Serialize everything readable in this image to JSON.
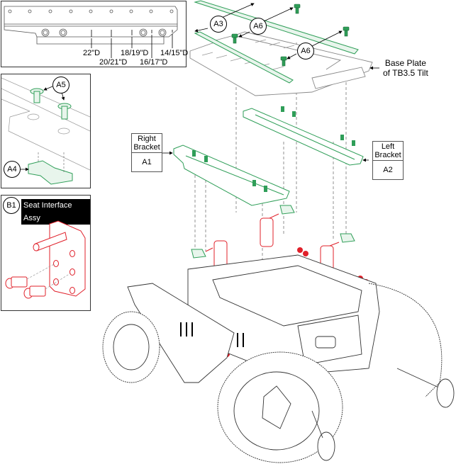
{
  "colors": {
    "green": "#2f9e58",
    "red": "#e0202a",
    "line": "#444444",
    "frame": "#333333"
  },
  "insets": {
    "bracket_positions": {
      "labels": [
        "22\"D",
        "20/21\"D",
        "18/19\"D",
        "16/17\"D",
        "14/15\"D"
      ]
    },
    "clamp_detail": {
      "callouts": [
        "A5",
        "A4"
      ]
    },
    "seat_interface": {
      "callout": "B1",
      "title": "Seat Interface Assy"
    }
  },
  "callouts": {
    "a3": "A3",
    "a6_top": "A6",
    "a6_right": "A6"
  },
  "labels": {
    "base_plate": [
      "Base Plate",
      "of TB3.5 Tilt"
    ],
    "right_bracket": {
      "name": [
        "Right",
        "Bracket"
      ],
      "code": "A1"
    },
    "left_bracket": {
      "name": [
        "Left",
        "Bracket"
      ],
      "code": "A2"
    }
  }
}
